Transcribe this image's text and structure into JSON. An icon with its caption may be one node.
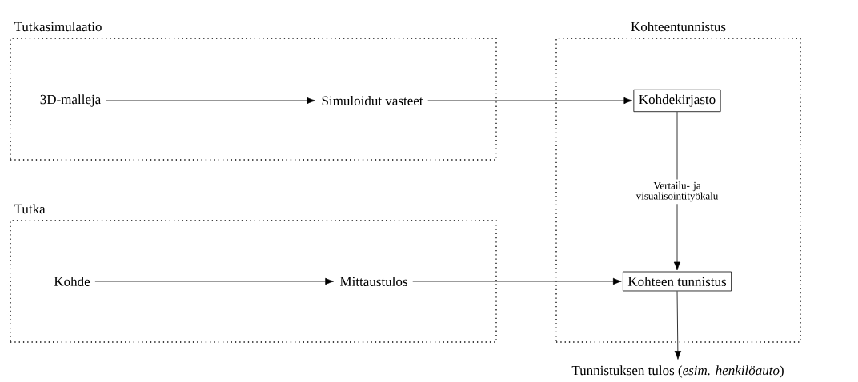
{
  "diagram": {
    "nodes": [
      {
        "text": [
          "Tutkasimulaatio"
        ]
      },
      {
        "text": [
          "3D-malleja"
        ],
        "in": 0
      },
      {
        "text": [
          "Simuloidut vasteet"
        ],
        "in": 0
      },
      {
        "text": [
          "Tutka"
        ]
      },
      {
        "text": [
          "Kohde"
        ],
        "in": 3
      },
      {
        "text": [
          "Mittaustulos"
        ],
        "in": 3
      },
      {
        "text": [
          "Kohteentunnistus"
        ]
      },
      {
        "text": [
          "Kohdekirjasto"
        ],
        "in": 6
      },
      {
        "text": [
          "Kohteen tunnistus"
        ],
        "in": 6
      },
      {
        "text": [
          "Tunnistuksen tulos (*esim. henkilöauto*)"
        ]
      }
    ],
    "edges": [
      {
        "from": 1,
        "to": 2,
        "arrow": "to"
      },
      {
        "from": 2,
        "to": 7,
        "arrow": "to"
      },
      {
        "from": 4,
        "to": 5,
        "arrow": "to"
      },
      {
        "from": 5,
        "to": 8,
        "arrow": "to"
      },
      {
        "from": 7,
        "to": 8,
        "arrow": "to",
        "label": "Vertailu- ja visualisointityökalu"
      },
      {
        "from": 8,
        "to": 9,
        "arrow": "to"
      }
    ]
  }
}
